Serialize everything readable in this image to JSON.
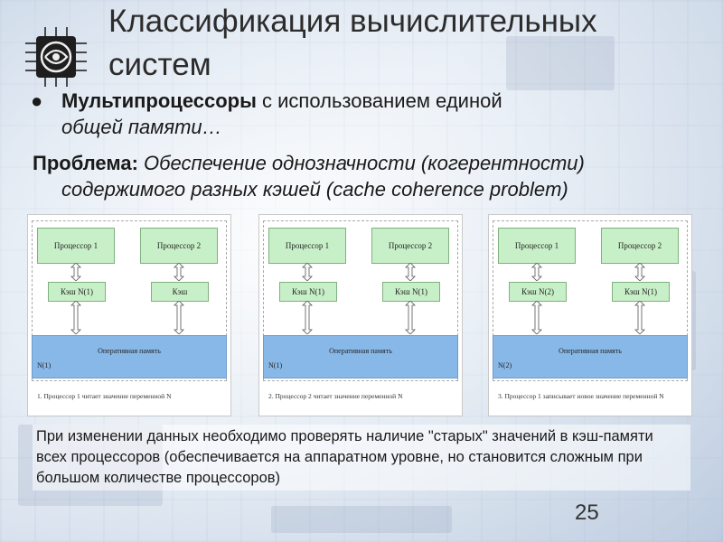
{
  "slide": {
    "title_line1": "Классификация вычислительных",
    "title_line2": "систем",
    "bullet": {
      "bold": "Мультипроцессоры",
      "rest": " с использованием единой",
      "line2": "общей памяти…"
    },
    "problem": {
      "label": "Проблема",
      "colon": ":",
      "text_line1": " Обеспечение однозначности (когерентности)",
      "text_line2": "содержимого разных кэшей (",
      "text_en": "cache coherence problem",
      "text_end": ")"
    },
    "panels": [
      {
        "proc1": "Процессор 1",
        "proc2": "Процессор 2",
        "cache1": "Кэш     N(1)",
        "cache2": "Кэш",
        "memory": "Оперативная память",
        "mem_value": "N(1)",
        "caption": "1. Процессор 1 читает значение переменной N"
      },
      {
        "proc1": "Процессор 1",
        "proc2": "Процессор 2",
        "cache1": "Кэш     N(1)",
        "cache2": "Кэш     N(1)",
        "memory": "Оперативная память",
        "mem_value": "N(1)",
        "caption": "2. Процессор 2 читает значение переменной N"
      },
      {
        "proc1": "Процессор 1",
        "proc2": "Процессор 2",
        "cache1": "Кэш     N(2)",
        "cache2": "Кэш     N(1)",
        "memory": "Оперативная память",
        "mem_value": "N(2)",
        "caption": "3. Процессор 1 записывает новое значение переменной N"
      }
    ],
    "paragraph": "При изменении данных необходимо проверять наличие \"старых\" значений в кэш-памяти всех процессоров (обеспечивается на аппаратном уровне, но становится сложным при большом количестве процессоров)",
    "page_number": "25",
    "colors": {
      "proc_box": "#c8f0c8",
      "memory_box": "#88b8e8",
      "title": "#2c2c2c"
    },
    "icons": [
      "chip-logo-icon",
      "bullet-icon",
      "double-arrow-icon"
    ]
  }
}
